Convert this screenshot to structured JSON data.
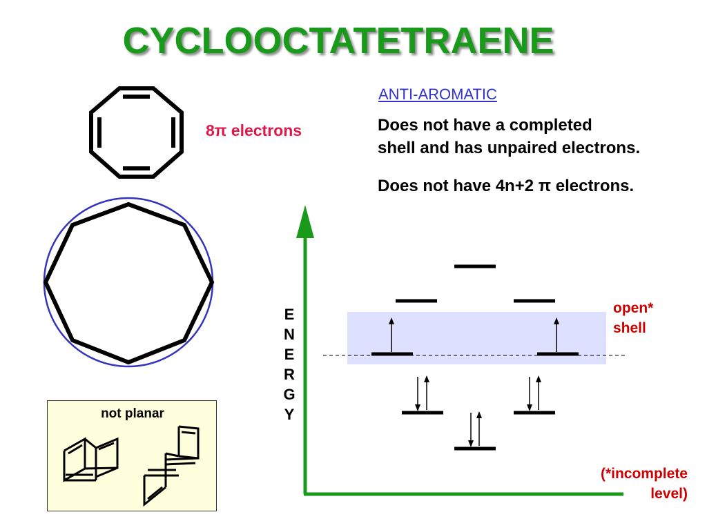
{
  "title": "CYCLOOCTATETRAENE",
  "pi_electrons_label": "8π electrons",
  "classification": "ANTI-AROMATIC",
  "statement_1": [
    "Does not have a completed",
    "shell and has unpaired electrons."
  ],
  "statement_2": "Does not have 4n+2 π electrons.",
  "energy_letters": [
    "E",
    "N",
    "E",
    "R",
    "G",
    "Y"
  ],
  "open_shell_label": [
    "open*",
    "shell"
  ],
  "footnote": [
    "(*incomplete",
    "level)"
  ],
  "not_planar_label": "not planar",
  "mo_diagram": {
    "levels": [
      {
        "name": "top",
        "electrons": 0
      },
      {
        "name": "upper-left",
        "electrons": 0
      },
      {
        "name": "upper-right",
        "electrons": 0
      },
      {
        "name": "nonbonding-left",
        "electrons": 1
      },
      {
        "name": "nonbonding-right",
        "electrons": 1
      },
      {
        "name": "bonding-left",
        "electrons": 2
      },
      {
        "name": "bonding-right",
        "electrons": 2
      },
      {
        "name": "bottom",
        "electrons": 2
      }
    ]
  },
  "colors": {
    "title": "#1a9a1a",
    "pi_label": "#e0184a",
    "classification": "#3333cc",
    "open_shell": "#cc0000",
    "axis": "#1a9a1a",
    "highlight": "#dde0ff",
    "circle": "#3333bb",
    "box_bg": "#ffffdd"
  }
}
